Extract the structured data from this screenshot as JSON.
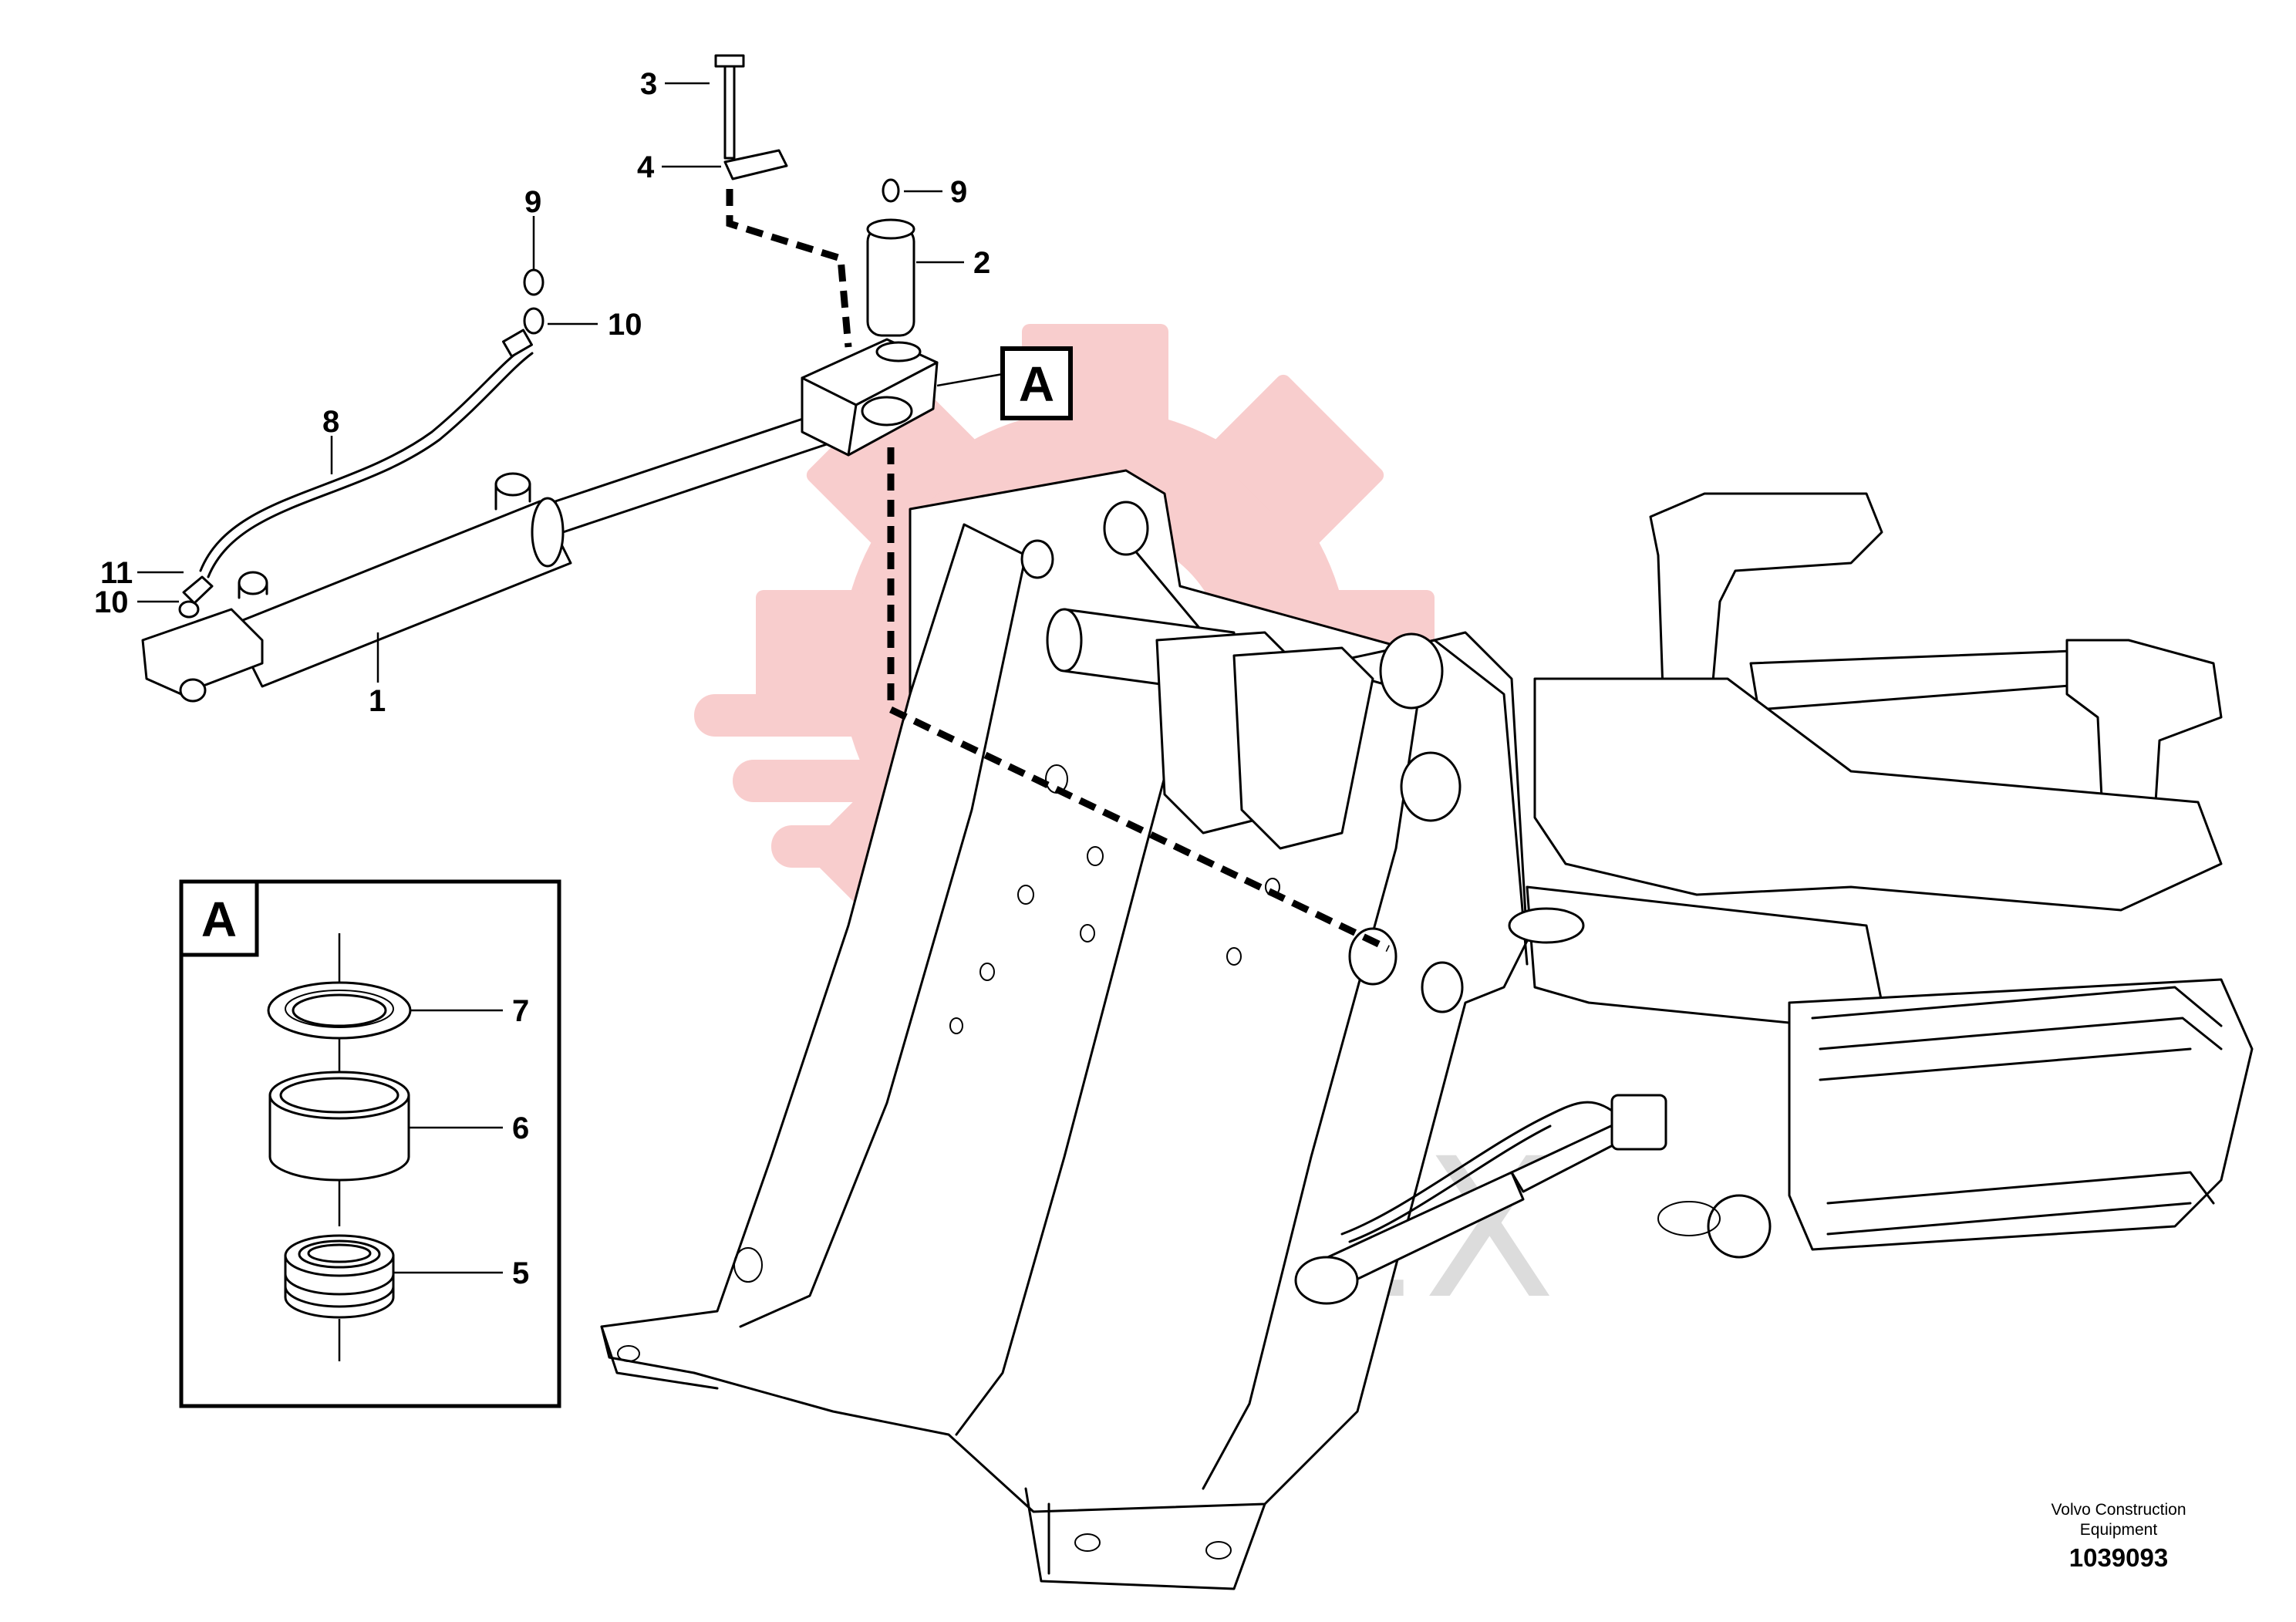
{
  "diagram": {
    "detail_view_label": "A",
    "callouts": [
      {
        "id": "c3",
        "text": "3"
      },
      {
        "id": "c4",
        "text": "4"
      },
      {
        "id": "c9a",
        "text": "9"
      },
      {
        "id": "c2",
        "text": "2"
      },
      {
        "id": "c9b",
        "text": "9"
      },
      {
        "id": "c10a",
        "text": "10"
      },
      {
        "id": "c8",
        "text": "8"
      },
      {
        "id": "c11",
        "text": "11"
      },
      {
        "id": "c10b",
        "text": "10"
      },
      {
        "id": "c1",
        "text": "1"
      },
      {
        "id": "c7",
        "text": "7"
      },
      {
        "id": "c6",
        "text": "6"
      },
      {
        "id": "c5",
        "text": "5"
      }
    ],
    "detail_box_label": "A"
  },
  "watermark": {
    "text": "ИНТЕХ",
    "color": "#f5b5b5"
  },
  "footer": {
    "brand_line1": "Volvo Construction",
    "brand_line2": "Equipment",
    "drawing_number": "1039093"
  }
}
